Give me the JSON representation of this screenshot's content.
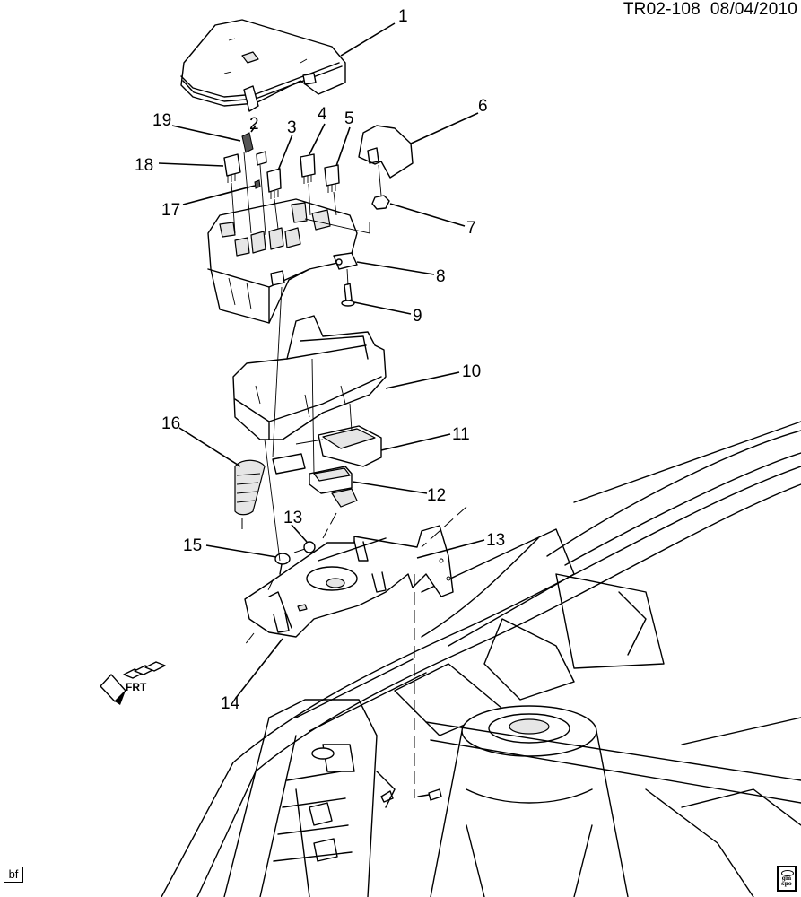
{
  "header": {
    "document_id": "TR02-108",
    "date": "08/04/2010"
  },
  "diagram": {
    "title": "Fuse/Relay Block, Underhood - Exploded View",
    "callouts": [
      {
        "number": "1",
        "part": "cover"
      },
      {
        "number": "2",
        "part": "relay-small"
      },
      {
        "number": "3",
        "part": "relay"
      },
      {
        "number": "4",
        "part": "relay"
      },
      {
        "number": "5",
        "part": "relay"
      },
      {
        "number": "6",
        "part": "terminal-cover"
      },
      {
        "number": "7",
        "part": "nut"
      },
      {
        "number": "8",
        "part": "fuse-block"
      },
      {
        "number": "9",
        "part": "bolt"
      },
      {
        "number": "10",
        "part": "lower-housing"
      },
      {
        "number": "11",
        "part": "connector"
      },
      {
        "number": "12",
        "part": "connector"
      },
      {
        "number": "13",
        "part": "nut"
      },
      {
        "number": "13",
        "part": "nut"
      },
      {
        "number": "14",
        "part": "bracket"
      },
      {
        "number": "15",
        "part": "bolt"
      },
      {
        "number": "16",
        "part": "conduit"
      },
      {
        "number": "17",
        "part": "fuse"
      },
      {
        "number": "18",
        "part": "relay"
      },
      {
        "number": "19",
        "part": "fuse-puller"
      }
    ],
    "front_indicator": "FRT"
  },
  "footer": {
    "artist_code": "bf",
    "logo_text_line1": "gm",
    "logo_text_line2": "spo"
  }
}
